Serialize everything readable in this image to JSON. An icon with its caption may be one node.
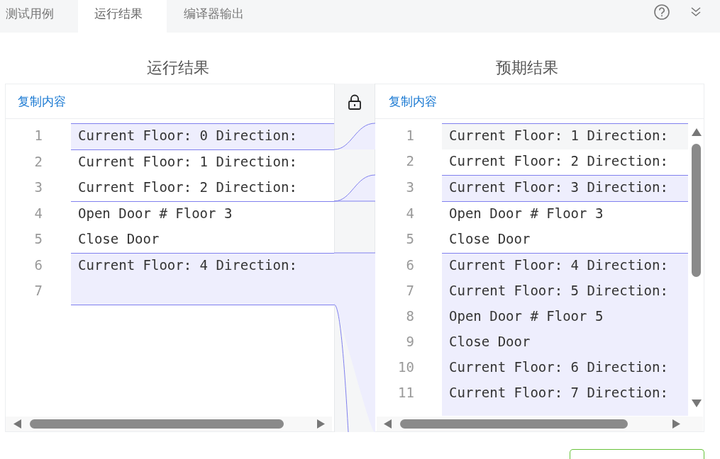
{
  "diagram": {
    "labels": [
      "测试用例",
      "运行结果",
      "编译器输出",
      "运行结果",
      "预期结果",
      "复制内容",
      "复制内容",
      "1",
      "Current Floor: 0 Direction:",
      "2",
      "Current Floor: 1 Direction:",
      "3",
      "Current Floor: 2 Direction:",
      "4",
      "Open Door # Floor 3",
      "5",
      "Close Door",
      "6",
      "Current Floor: 4 Direction:",
      "7",
      "1",
      "Current Floor: 1 Direction:",
      "2",
      "Current Floor: 2 Direction:",
      "3",
      "Current Floor: 3 Direction:",
      "4",
      "Open Door # Floor 3",
      "5",
      "Close Door",
      "6",
      "Current Floor: 4 Direction:",
      "7",
      "Current Floor: 5 Direction:",
      "8",
      "Open Door # Floor 5",
      "9",
      "Close Door",
      "10",
      "Current Floor: 6 Direction:",
      "11",
      "Current Floor: 7 Direction:"
    ]
  }
}
